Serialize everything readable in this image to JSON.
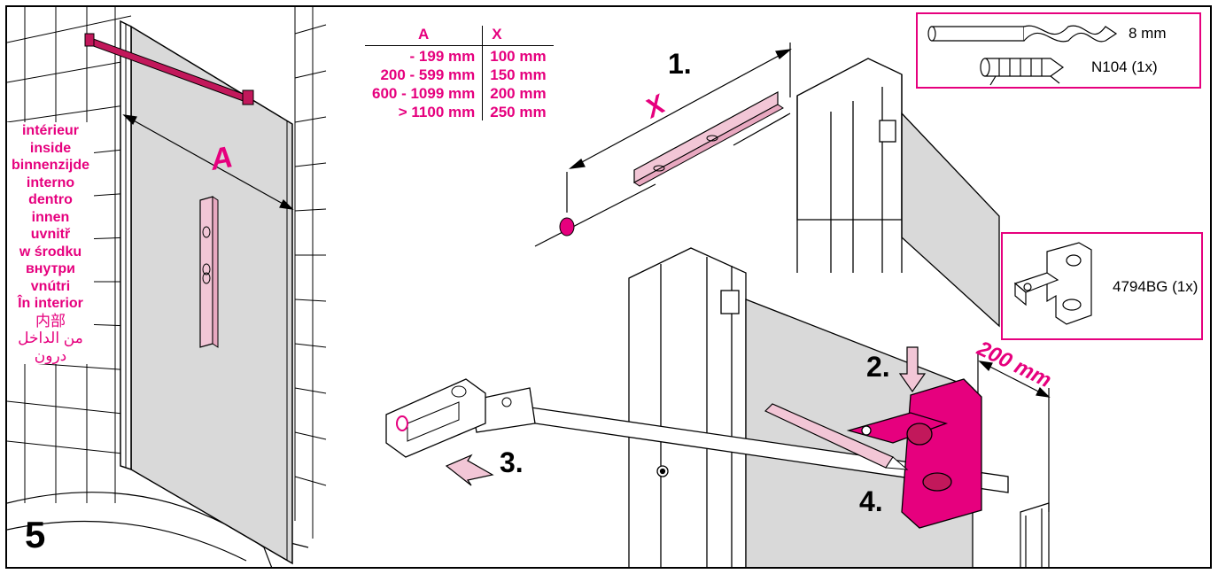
{
  "step_number": "5",
  "side_labels": [
    "intérieur",
    "inside",
    "binnenzijde",
    "interno",
    "dentro",
    "innen",
    "uvnitř",
    "w środku",
    "внутри",
    "vnútri",
    "În interior",
    "内部",
    "من الداخل",
    "درون"
  ],
  "dimension_a": "A",
  "dimension_x": "X",
  "dimension_200": "200 mm",
  "table": {
    "headers": [
      "A",
      "X"
    ],
    "rows": [
      [
        "- 199 mm",
        "100 mm"
      ],
      [
        "200 - 599 mm",
        "150 mm"
      ],
      [
        "600 - 1099 mm",
        "200 mm"
      ],
      [
        "> 1100 mm",
        "250 mm"
      ]
    ]
  },
  "parts": {
    "drill_size": "8 mm",
    "dowel": "N104 (1x)",
    "bracket": "4794BG (1x)"
  },
  "steps": [
    "1.",
    "2.",
    "3.",
    "4."
  ],
  "colors": {
    "accent": "#e6007e",
    "panel": "#d9d9d9",
    "pink_light": "#f2c6d6"
  }
}
